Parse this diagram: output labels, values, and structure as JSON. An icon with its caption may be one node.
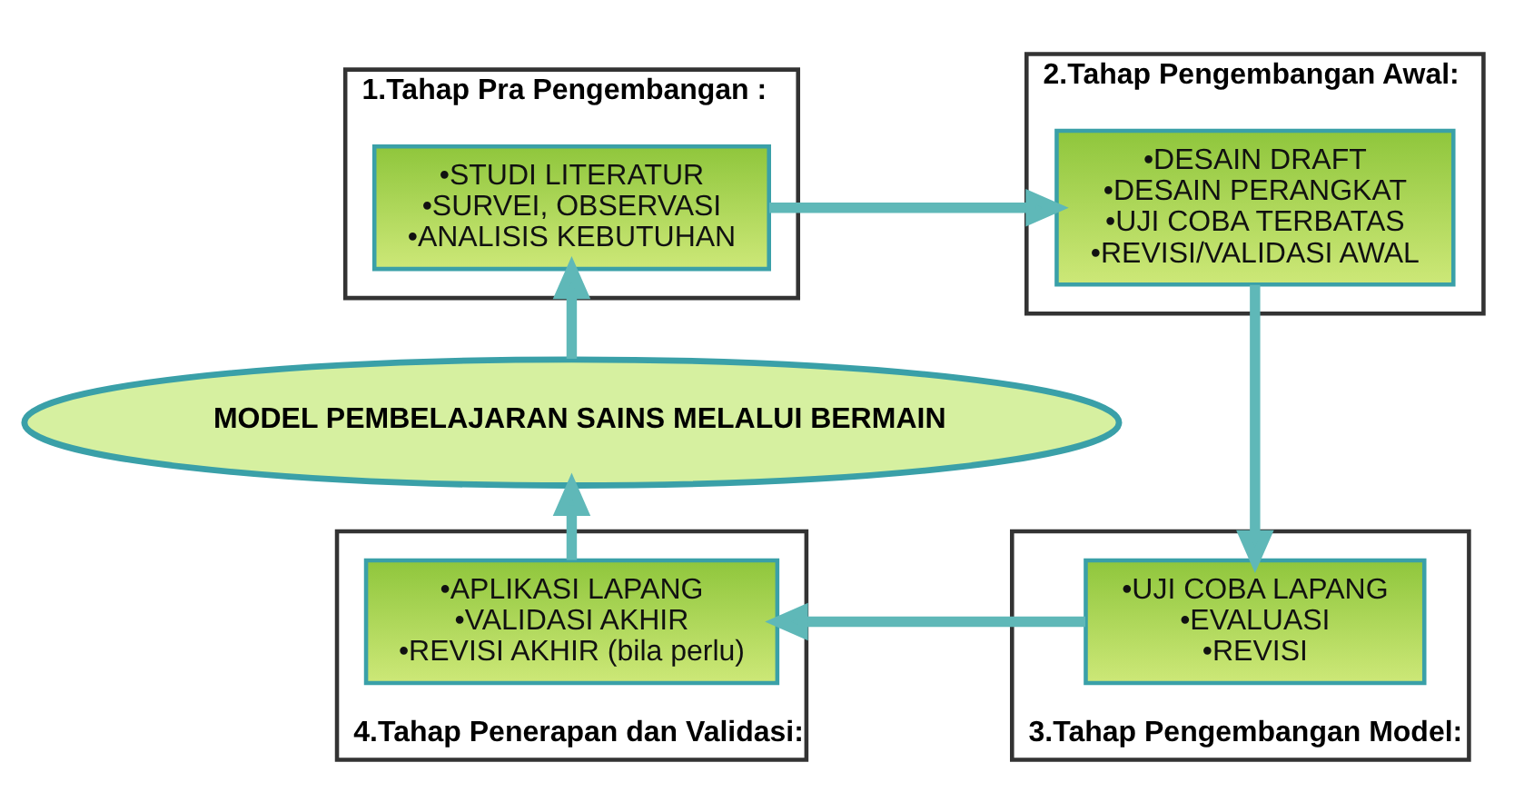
{
  "diagram": {
    "nodes": [
      {
        "text": [
          "1.Tahap Pra Pengembangan :"
        ]
      },
      {
        "text": [
          "•STUDI LITERATUR",
          "•SURVEI, OBSERVASI",
          "•ANALISIS KEBUTUHAN"
        ],
        "in": 0
      },
      {
        "text": [
          "2.Tahap Pengembangan Awal:"
        ]
      },
      {
        "text": [
          "•DESAIN DRAFT",
          "•DESAIN PERANGKAT",
          "•UJI COBA TERBATAS",
          "•REVISI/VALIDASI AWAL"
        ],
        "in": 2
      },
      {
        "text": [
          "MODEL PEMBELAJARAN SAINS MELALUI BERMAIN"
        ]
      },
      {
        "text": [
          "4.Tahap Penerapan dan Validasi:"
        ]
      },
      {
        "text": [
          "•APLIKASI LAPANG",
          "•VALIDASI AKHIR",
          "•REVISI AKHIR (bila perlu)"
        ],
        "in": 5
      },
      {
        "text": [
          "3.Tahap Pengembangan Model:"
        ]
      },
      {
        "text": [
          "•UJI COBA LAPANG",
          "•EVALUASI",
          "•REVISI"
        ],
        "in": 7
      }
    ],
    "edges": [
      {
        "from": 1,
        "to": 3,
        "arrow": "to"
      },
      {
        "from": 3,
        "to": 8,
        "arrow": "to"
      },
      {
        "from": 8,
        "to": 6,
        "arrow": "to"
      },
      {
        "from": 6,
        "to": 4,
        "arrow": "to"
      },
      {
        "from": 4,
        "to": 1,
        "arrow": "to"
      }
    ]
  }
}
